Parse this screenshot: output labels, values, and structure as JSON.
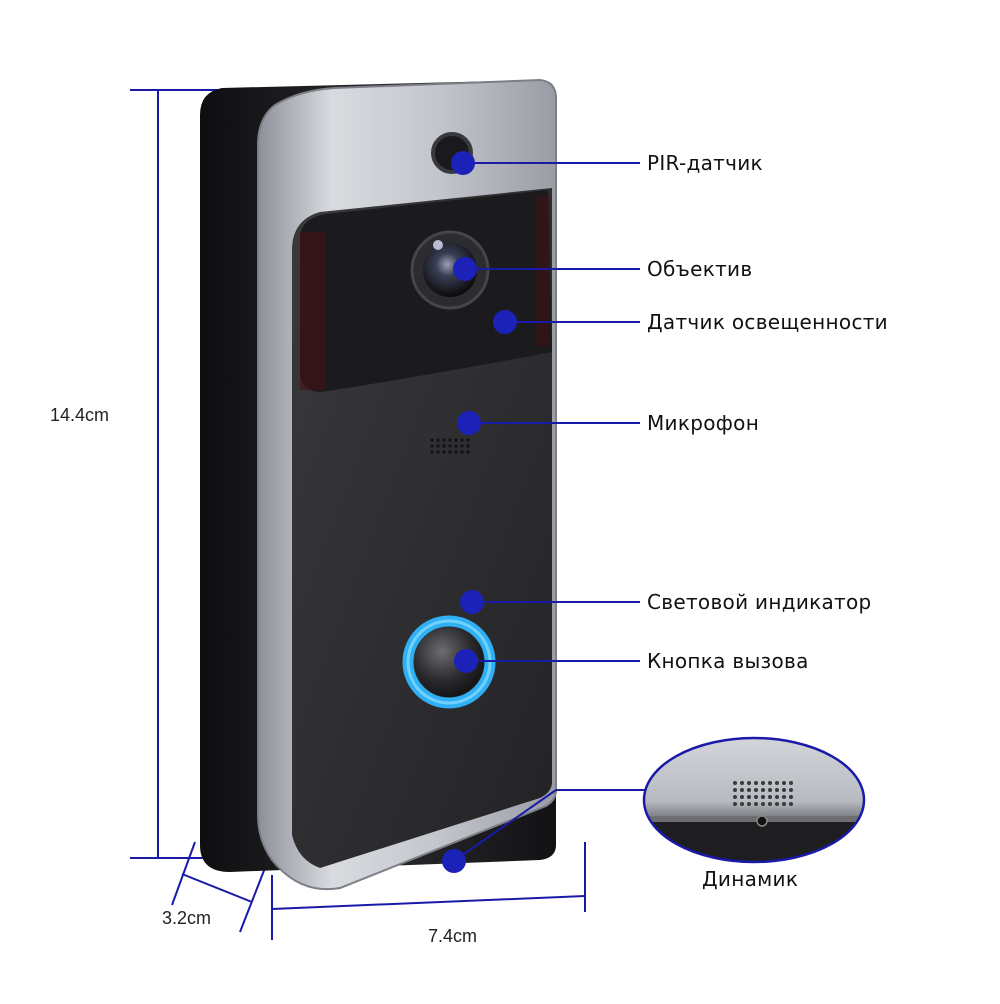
{
  "colors": {
    "accent": "#1a1aa8",
    "marker": "#1c22b8",
    "housing_dark": "#1c1c1e",
    "frame_silver": "#b9bcc2",
    "panel": "#2b2b2e",
    "ring": "#2fb6ff"
  },
  "callouts": [
    {
      "label": "PIR-датчик"
    },
    {
      "label": "Объектив"
    },
    {
      "label": "Датчик освещенности"
    },
    {
      "label": "Микрофон"
    },
    {
      "label": "Световой индикатор"
    },
    {
      "label": "Кнопка вызова"
    },
    {
      "label": "Динамик"
    }
  ],
  "dimensions": {
    "height": "14.4cm",
    "depth": "3.2cm",
    "width": "7.4cm"
  }
}
